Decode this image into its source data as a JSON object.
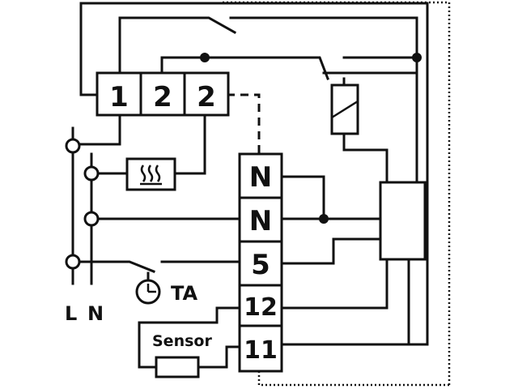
{
  "top_terminals": [
    "1",
    "2",
    "2"
  ],
  "right_terminals": [
    "N",
    "N",
    "5",
    "12",
    "11"
  ],
  "labels": {
    "line": "L",
    "neutral": "N",
    "timer": "TA",
    "sensor": "Sensor"
  },
  "icons": {
    "heater": "heater-icon",
    "clock": "clock-icon",
    "relay": "relay-coil-icon",
    "sensor": "sensor-resistor-icon"
  }
}
